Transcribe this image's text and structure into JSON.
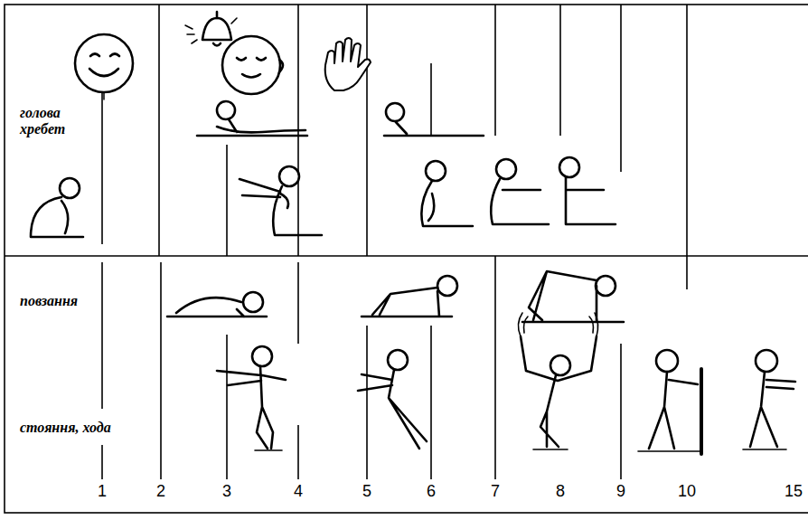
{
  "diagram": {
    "labels": [
      "голова хребет",
      "повзання",
      "стояння, хода",
      "1",
      "2",
      "3",
      "4",
      "5",
      "6",
      "7",
      "8",
      "9",
      "10",
      "15"
    ]
  }
}
